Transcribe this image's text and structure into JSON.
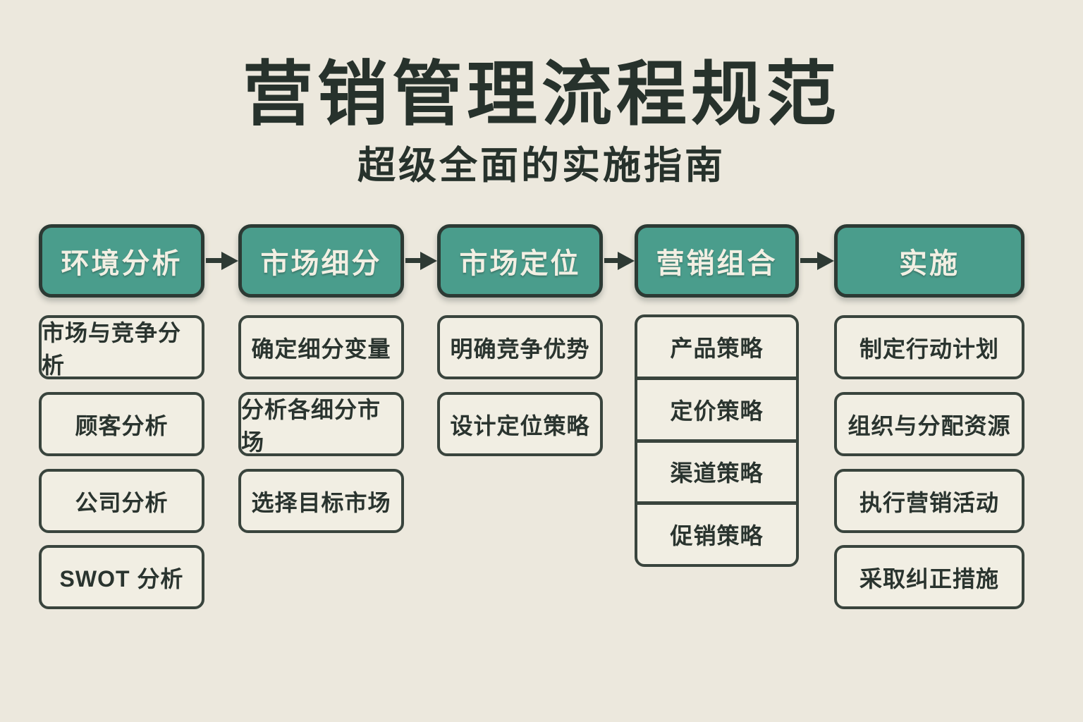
{
  "page": {
    "title": "营销管理流程规范",
    "subtitle": "超级全面的实施指南"
  },
  "colors": {
    "background": "#ECE8DD",
    "stage_fill": "#4A9D8C",
    "stage_text": "#F2EFE3",
    "box_fill": "#F1EEE3",
    "border": "#39443D",
    "text": "#2A342F",
    "arrow": "#2E3A34"
  },
  "icons": {
    "connector": "arrow-right"
  },
  "flow": {
    "stages": [
      {
        "label": "环境分析",
        "items": [
          "市场与竞争分析",
          "顾客分析",
          "公司分析",
          "SWOT 分析"
        ]
      },
      {
        "label": "市场细分",
        "items": [
          "确定细分变量",
          "分析各细分市场",
          "选择目标市场"
        ]
      },
      {
        "label": "市场定位",
        "items": [
          "明确竞争优势",
          "设计定位策略"
        ]
      },
      {
        "label": "营销组合",
        "items": [
          "产品策略",
          "定价策略",
          "渠道策略",
          "促销策略"
        ]
      },
      {
        "label": "实施",
        "items": [
          "制定行动计划",
          "组织与分配资源",
          "执行营销活动",
          "采取纠正措施"
        ]
      }
    ]
  }
}
